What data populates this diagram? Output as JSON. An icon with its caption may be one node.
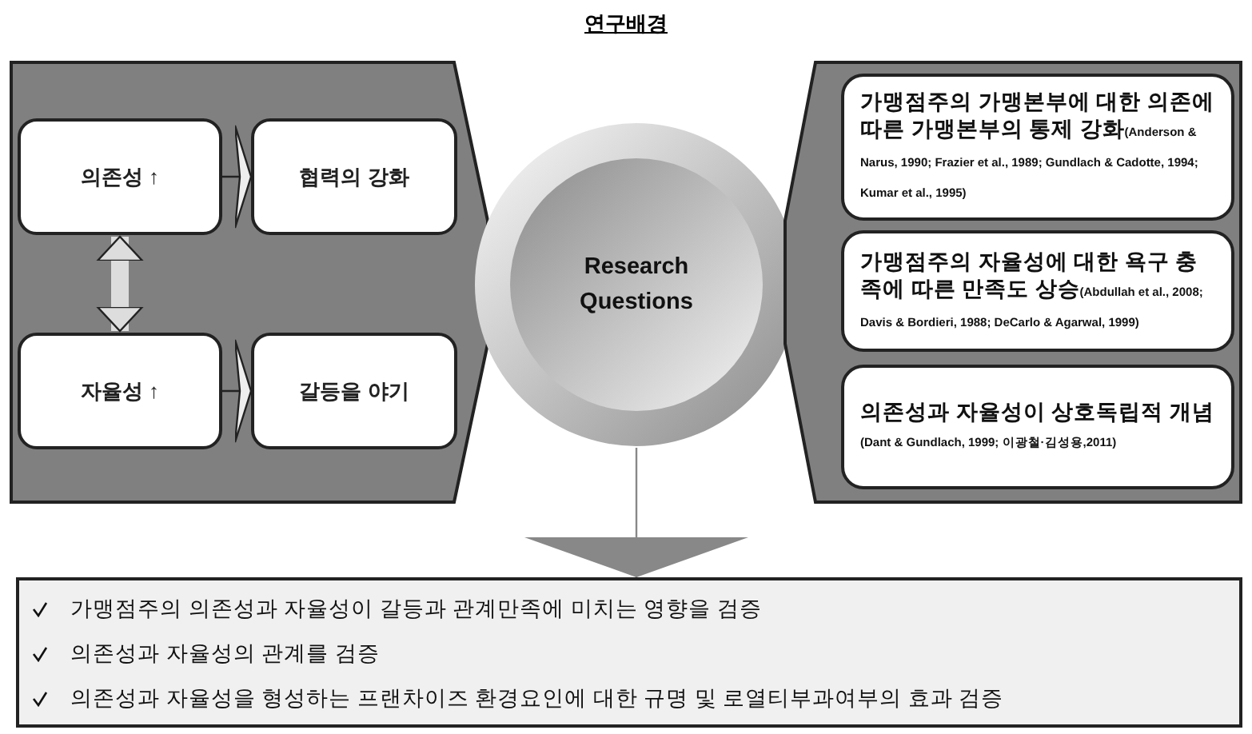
{
  "diagram": {
    "title": "연구배경",
    "nodes": [
      {
        "text": [],
        "shape": "box"
      },
      {
        "text": [
          "의존성 ↑"
        ],
        "in": 0
      },
      {
        "text": [
          "협력의 강화"
        ],
        "in": 0
      },
      {
        "text": [
          "자율성 ↑"
        ],
        "in": 0
      },
      {
        "text": [
          "갈등을 야기"
        ],
        "in": 0
      },
      {
        "text": [
          "Research Questions"
        ]
      },
      {
        "text": [],
        "shape": "box"
      },
      {
        "text": [
          "가맹점주의 가맹본부에 대한 의존에 따른 가맹본부의 통제 강화",
          "(Anderson & Narus, 1990; Frazier et al., 1989; Gundlach & Cadotte, 1994; Kumar et al., 1995)"
        ],
        "in": 6
      },
      {
        "text": [
          "가맹점주의 자율성에 대한 욕구 충족에 따른 만족도 상승",
          "(Abdullah et al., 2008; Davis & Bordieri, 1988; DeCarlo & Agarwal, 1999)"
        ],
        "in": 6
      },
      {
        "text": [
          "의존성과 자율성이 상호독립적 개념",
          "(Dant & Gundlach, 1999; 이광철·김성용,2011)"
        ],
        "in": 6
      },
      {
        "text": [
          "가맹점주의 의존성과 자율성이 갈등과 관계만족에 미치는 영향을 검증",
          "의존성과 자율성의 관계를 검증",
          "의존성과 자율성을 형성하는 프랜차이즈 환경요인에 대한 규명 및 로열티부과여부의 효과 검증"
        ]
      }
    ],
    "edges": [
      {
        "from": 1,
        "to": 2,
        "arrow": "to"
      },
      {
        "from": 3,
        "to": 4,
        "arrow": "to"
      },
      {
        "from": 1,
        "to": 3,
        "arrow": "both",
        "style": "thick",
        "color": "#dddddd"
      },
      {
        "from": 5,
        "to": 10,
        "arrow": "to",
        "color": "#888888"
      }
    ]
  }
}
